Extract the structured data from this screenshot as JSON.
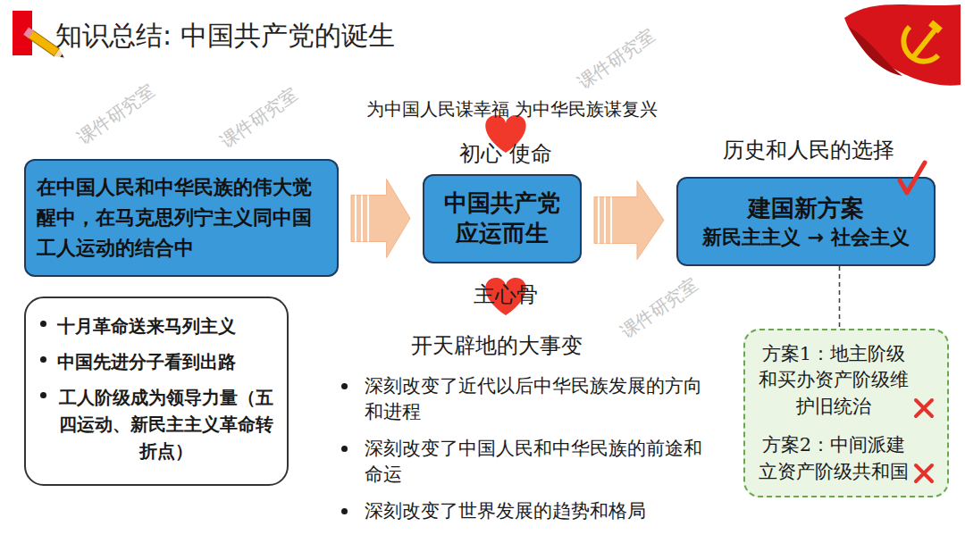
{
  "diagram": {
    "title": "知识总结: 中国共产党的诞生",
    "nodes": [
      {
        "text": [
          "在中国人民和中华民族的伟大觉醒中，在马克思列宁主义同中国工人运动的结合中"
        ]
      },
      {
        "text": [
          "十月革命送来马列主义",
          "中国先进分子看到出路",
          "工人阶级成为领导力量（五四运动、新民主主义革命转折点）"
        ]
      },
      {
        "text": [
          "中国共产党应运而生"
        ]
      },
      {
        "text": [
          "建国新方案",
          "新民主主义 → 社会主义"
        ]
      },
      {
        "text": [
          "方案1：地主阶级和买办资产阶级维护旧统治",
          "方案2：中间派建立资产阶级共和国"
        ]
      }
    ],
    "edges": [
      {
        "from": 0,
        "to": 2,
        "arrow": "to"
      },
      {
        "from": 2,
        "to": 3,
        "arrow": "to"
      },
      {
        "from": 3,
        "to": 4,
        "arrow": "none"
      }
    ],
    "labels": [
      "为中国人民谋幸福 为中华民族谋复兴",
      "初心 使命",
      "历史和人民的选择",
      "主心骨",
      "开天辟地的大事变",
      "深刻改变了近代以后中华民族发展的方向和进程",
      "深刻改变了中国人民和中华民族的前途和命运",
      "深刻改变了世界发展的趋势和格局",
      "课件研究室",
      "课件研究室",
      "课件研究室",
      "课件研究室"
    ]
  }
}
